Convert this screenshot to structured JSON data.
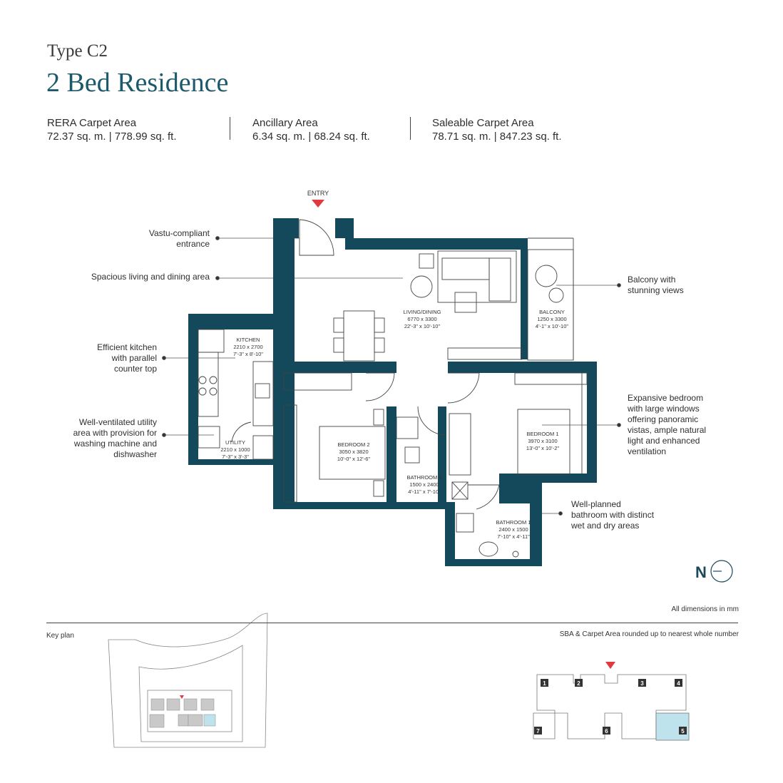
{
  "header": {
    "type_label": "Type C2",
    "title": "2 Bed Residence"
  },
  "areas": [
    {
      "label": "RERA Carpet Area",
      "value": "72.37 sq. m. | 778.99 sq. ft."
    },
    {
      "label": "Ancillary Area",
      "value": "6.34 sq. m. | 68.24 sq. ft."
    },
    {
      "label": "Saleable Carpet Area",
      "value": "78.71 sq. m. | 847.23 sq. ft."
    }
  ],
  "plan": {
    "entry_label": "ENTRY",
    "rooms": {
      "living": {
        "name": "LIVING/DINING",
        "dims": "6770 x 3300",
        "imperial": "22'-3\" x 10'-10\""
      },
      "balcony": {
        "name": "BALCONY",
        "dims": "1250 x 3300",
        "imperial": "4'-1\" x 10'-10\""
      },
      "kitchen": {
        "name": "KITCHEN",
        "dims": "2210 x 2700",
        "imperial": "7'-3\" x 8'-10\""
      },
      "utility": {
        "name": "UTILITY",
        "dims": "2210 x 1000",
        "imperial": "7'-3\" x 3'-3\""
      },
      "bedroom2": {
        "name": "BEDROOM 2",
        "dims": "3050 x 3820",
        "imperial": "10'-0\" x 12'-6\""
      },
      "bathroom2": {
        "name": "BATHROOM 2",
        "dims": "1500 x 2400",
        "imperial": "4'-11\" x 7'-10\""
      },
      "bedroom1": {
        "name": "BEDROOM 1",
        "dims": "3970 x 3100",
        "imperial": "13'-0\" x 10'-2\""
      },
      "bathroom1": {
        "name": "BATHROOM 1",
        "dims": "2400 x 1500",
        "imperial": "7'-10\" x 4'-11\""
      }
    }
  },
  "callouts": {
    "entrance": [
      "Vastu-compliant",
      "entrance"
    ],
    "living": [
      "Spacious living and dining area"
    ],
    "kitchen": [
      "Efficient kitchen",
      "with parallel",
      "counter top"
    ],
    "utility": [
      "Well-ventilated utility",
      "area with provision for",
      "washing machine and",
      "dishwasher"
    ],
    "balcony": [
      "Balcony with",
      "stunning views"
    ],
    "bedroom": [
      "Expansive bedroom",
      "with large windows",
      "offering panoramic",
      "vistas, ample natural",
      "light and enhanced",
      "ventilation"
    ],
    "bathroom": [
      "Well-planned",
      "bathroom with distinct",
      "wet and dry areas"
    ]
  },
  "north_label": "N",
  "notes": {
    "dimensions": "All dimensions in mm",
    "rounding": "SBA & Carpet Area rounded up to nearest whole number",
    "key_plan": "Key plan"
  },
  "unit_numbers": [
    "1",
    "2",
    "3",
    "4",
    "5",
    "6",
    "7"
  ],
  "colors": {
    "wall": "#13495a",
    "title": "#1c5a6b",
    "entry_marker": "#e0393e",
    "highlight_unit": "#bfe3ec"
  }
}
